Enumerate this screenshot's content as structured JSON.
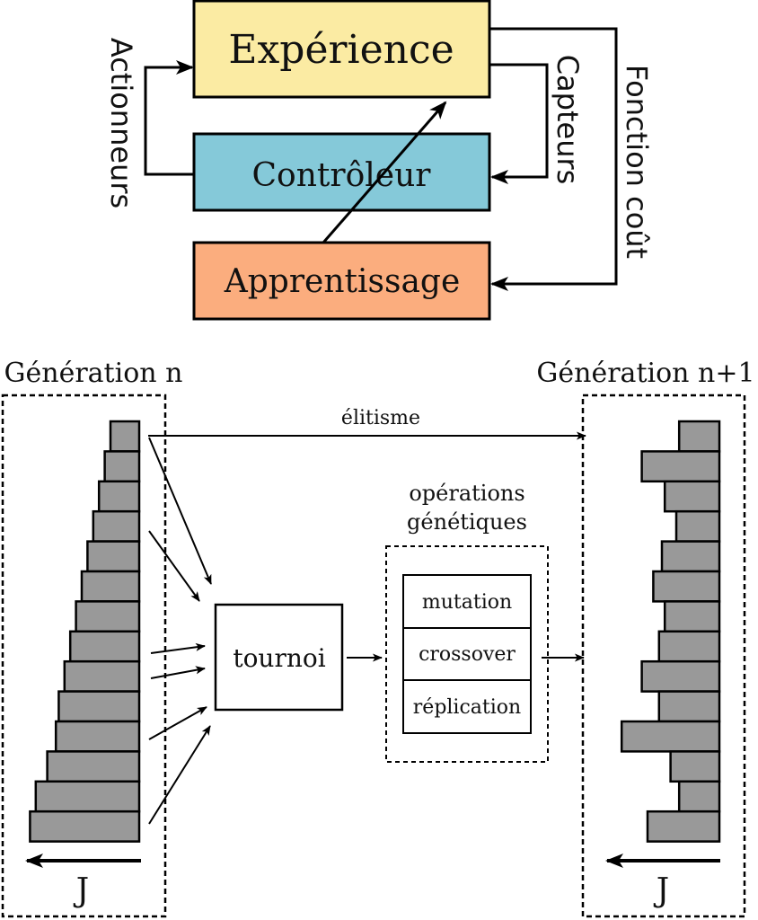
{
  "top": {
    "experience": {
      "label": "Expérience",
      "color": "#fbeba3"
    },
    "controleur": {
      "label": "Contrôleur",
      "color": "#85c9d9"
    },
    "apprentissage": {
      "label": "Apprentissage",
      "color": "#fbad7e"
    },
    "actionneurs": "Actionneurs",
    "capteurs": "Capteurs",
    "fonction_cout": "Fonction coût"
  },
  "bottom": {
    "gen_n": "Génération n",
    "gen_n1": "Génération n+1",
    "elitisme": "élitisme",
    "operations_line1": "opérations",
    "operations_line2": "génétiques",
    "tournoi": "tournoi",
    "ops": [
      "mutation",
      "crossover",
      "réplication"
    ],
    "j_left": "J",
    "j_right": "J",
    "bar_color": "#999999",
    "gen_n_costs": [
      1,
      1.2,
      1.4,
      1.6,
      1.8,
      2.0,
      2.2,
      2.4,
      2.6,
      2.8,
      2.9,
      3.2,
      3.6,
      3.8
    ],
    "gen_n1_costs": [
      1.4,
      2.7,
      1.9,
      1.5,
      2.0,
      2.3,
      1.9,
      2.1,
      2.7,
      2.1,
      3.4,
      1.7,
      1.4,
      2.5
    ]
  }
}
